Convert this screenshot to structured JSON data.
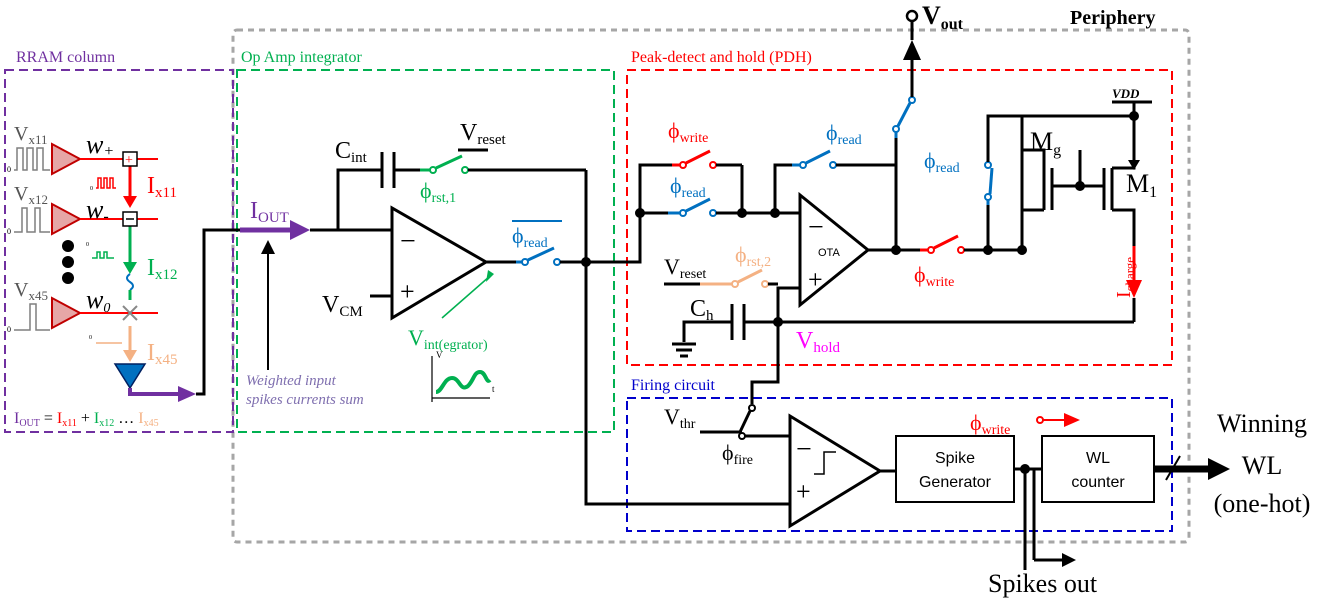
{
  "colors": {
    "purple": "#7030A0",
    "green": "#00B050",
    "red": "#FF0000",
    "blue": "#0070C0",
    "orange": "#F4B183",
    "magenta": "#FF00FF",
    "gray": "#A6A6A6",
    "navy": "#0000CC"
  },
  "boxes": {
    "rram": "RRAM column",
    "opamp": "Op Amp integrator",
    "pdh": "Peak-detect and hold (PDH)",
    "periphery": "Periphery",
    "firing": "Firing circuit"
  },
  "rram": {
    "vx11": "V",
    "vx11_sub": "x11",
    "vx12": "V",
    "vx12_sub": "x12",
    "vx45": "V",
    "vx45_sub": "x45",
    "wplus": "w",
    "wplus_sub": "+",
    "wminus": "w",
    "wminus_sub": "-",
    "w0": "w",
    "w0_sub": "0",
    "ix11": "I",
    "ix11_sub": "x11",
    "ix12": "I",
    "ix12_sub": "x12",
    "ix45": "I",
    "ix45_sub": "x45",
    "zero": "0",
    "sum": {
      "iout": "I",
      "iout_sub": "OUT",
      "eq": " = ",
      "i1": "I",
      "i1_sub": "x11",
      "plus": " + ",
      "i2": "I",
      "i2_sub": "x12",
      "dots": " … ",
      "i3": "I",
      "i3_sub": "x45"
    }
  },
  "opamp": {
    "iout": "I",
    "iout_sub": "OUT",
    "cint": "C",
    "cint_sub": "int",
    "vreset": "V",
    "vreset_sub": "reset",
    "phi_rst1": "ϕ",
    "phi_rst1_sub": "rst,1",
    "phi_read": "ϕ",
    "phi_read_sub": "read",
    "vcm": "V",
    "vcm_sub": "CM",
    "minus": "−",
    "plus": "+",
    "vint": "V",
    "vint_sub": "int(egrator)",
    "weighted_1": "Weighted input",
    "weighted_2": "spikes currents sum",
    "graph_v": "V",
    "graph_t": "t"
  },
  "pdh": {
    "vout": "V",
    "vout_sub": "out",
    "phi_write1": "ϕ",
    "phi_write1_sub": "write",
    "phi_read1": "ϕ",
    "phi_read1_sub": "read",
    "phi_read2": "ϕ",
    "phi_read2_sub": "read",
    "phi_read3": "ϕ",
    "phi_read3_sub": "read",
    "phi_write2": "ϕ",
    "phi_write2_sub": "write",
    "vreset": "V",
    "vreset_sub": "reset",
    "phi_rst2": "ϕ",
    "phi_rst2_sub": "rst,2",
    "ch": "C",
    "ch_sub": "h",
    "vhold": "V",
    "vhold_sub": "hold",
    "ota": "OTA",
    "minus": "−",
    "plus": "+",
    "vdd": "VDD",
    "mg": "M",
    "mg_sub": "g",
    "m1": "M",
    "m1_sub": "1",
    "icharge": "I",
    "icharge_sub": "charge"
  },
  "firing": {
    "vthr": "V",
    "vthr_sub": "thr",
    "phi_fire": "ϕ",
    "phi_fire_sub": "fire",
    "minus": "−",
    "plus": "+",
    "spike_gen_1": "Spike",
    "spike_gen_2": "Generator",
    "phi_write": "ϕ",
    "phi_write_sub": "write",
    "wl_1": "WL",
    "wl_2": "counter"
  },
  "outputs": {
    "winning_1": "Winning",
    "winning_2": "WL",
    "winning_3": "(one-hot)",
    "spikes_out": "Spikes out"
  }
}
